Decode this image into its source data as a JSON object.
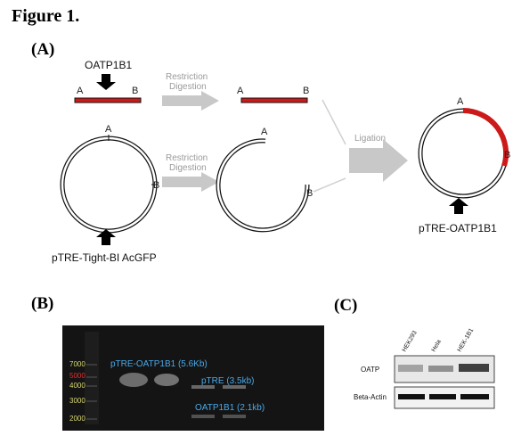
{
  "figure_title": "Figure 1.",
  "panels": {
    "a": {
      "label": "(A)",
      "oatp_label": "OATP1B1",
      "site_a": "A",
      "site_b": "B",
      "restriction_label_1": "Restriction",
      "digestion_label_1": "Digestion",
      "restriction_label_2": "Restriction",
      "digestion_label_2": "Digestion",
      "ligation_label": "Ligation",
      "vector_label": "pTRE-Tight-BI AcGFP",
      "product_label": "pTRE-OATP1B1"
    },
    "b": {
      "label": "(B)",
      "markers": [
        "7000",
        "5000",
        "4000",
        "3000",
        "2000"
      ],
      "band_labels": [
        "pTRE-OATP1B1 (5.6Kb)",
        "pTRE (3.5kb)",
        "OATP1B1 (2.1kb)"
      ]
    },
    "c": {
      "label": "(C)",
      "lanes": [
        "HEK293",
        "Hela",
        "HEK-1B1"
      ],
      "rows": [
        "OATP",
        "Beta-Actin"
      ]
    }
  },
  "colors": {
    "insert_red": "#cc1a1a",
    "arrow_grey": "#c8c8c8",
    "gel_bg": "#141414",
    "marker_red": "#e03030",
    "marker_yellow": "#d8d870",
    "band_label_blue": "#4aa8e8"
  }
}
